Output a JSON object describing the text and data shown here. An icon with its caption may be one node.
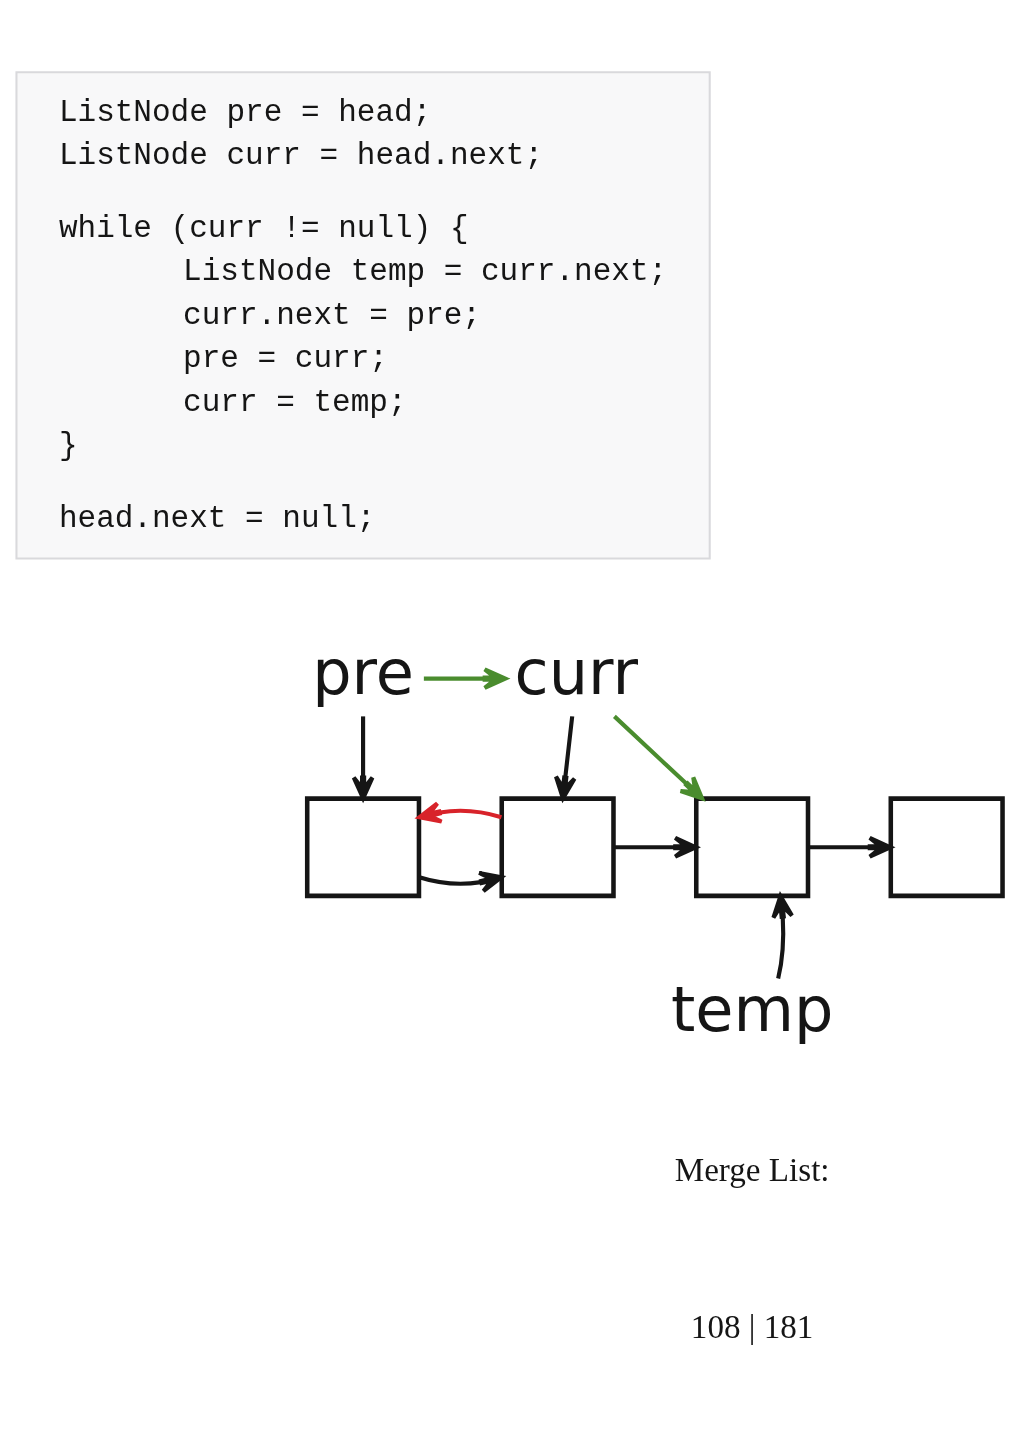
{
  "diagram": {
    "nodes": [
      {
        "text": [
          "ListNode pre = head;",
          "ListNode curr = head.next;",
          "while (curr != null) {",
          "ListNode temp = curr.next;",
          "curr.next = pre;",
          "pre = curr;",
          "curr = temp;",
          "}",
          "head.next = null;"
        ]
      },
      {
        "text": [
          "pre"
        ]
      },
      {
        "text": [
          "curr"
        ]
      },
      {
        "text": [],
        "shape": "box"
      },
      {
        "text": [],
        "shape": "box"
      },
      {
        "text": [],
        "shape": "box"
      },
      {
        "text": [],
        "shape": "box"
      },
      {
        "text": [
          "temp"
        ]
      }
    ],
    "edges": [
      {
        "from": 1,
        "to": 3,
        "arrow": "to"
      },
      {
        "from": 2,
        "to": 4,
        "arrow": "to"
      },
      {
        "from": 1,
        "to": 2,
        "arrow": "to",
        "color": "#4a8c2e"
      },
      {
        "from": 2,
        "to": 5,
        "arrow": "to",
        "color": "#4a8c2e"
      },
      {
        "from": 3,
        "to": 4,
        "arrow": "to"
      },
      {
        "from": 4,
        "to": 5,
        "arrow": "to"
      },
      {
        "from": 5,
        "to": 6,
        "arrow": "to"
      },
      {
        "from": 4,
        "to": 3,
        "arrow": "to",
        "color": "#d8232a"
      },
      {
        "from": 7,
        "to": 5,
        "arrow": "to"
      }
    ],
    "labels": [
      "Merge List:",
      "108 | 181"
    ]
  }
}
